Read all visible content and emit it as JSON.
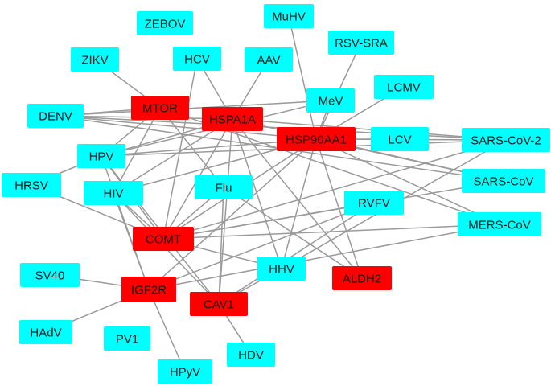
{
  "colors": {
    "gene": "#ff0000",
    "virus": "#00ffff",
    "edge": "#9a9a9a"
  },
  "nodes": [
    {
      "id": "ZEBOV",
      "label": "ZEBOV",
      "kind": "virus"
    },
    {
      "id": "MuHV",
      "label": "MuHV",
      "kind": "virus"
    },
    {
      "id": "RSV-SRA",
      "label": "RSV-SRA",
      "kind": "virus"
    },
    {
      "id": "ZIKV",
      "label": "ZIKV",
      "kind": "virus"
    },
    {
      "id": "HCV",
      "label": "HCV",
      "kind": "virus"
    },
    {
      "id": "AAV",
      "label": "AAV",
      "kind": "virus"
    },
    {
      "id": "LCMV",
      "label": "LCMV",
      "kind": "virus"
    },
    {
      "id": "MeV",
      "label": "MeV",
      "kind": "virus"
    },
    {
      "id": "MTOR",
      "label": "MTOR",
      "kind": "gene"
    },
    {
      "id": "HSPA1A",
      "label": "HSPA1A",
      "kind": "gene"
    },
    {
      "id": "DENV",
      "label": "DENV",
      "kind": "virus"
    },
    {
      "id": "HSP90AA1",
      "label": "HSP90AA1",
      "kind": "gene"
    },
    {
      "id": "LCV",
      "label": "LCV",
      "kind": "virus"
    },
    {
      "id": "SARS-CoV-2",
      "label": "SARS-CoV-2",
      "kind": "virus"
    },
    {
      "id": "HPV",
      "label": "HPV",
      "kind": "virus"
    },
    {
      "id": "HRSV",
      "label": "HRSV",
      "kind": "virus"
    },
    {
      "id": "HIV",
      "label": "HIV",
      "kind": "virus"
    },
    {
      "id": "Flu",
      "label": "Flu",
      "kind": "virus"
    },
    {
      "id": "SARS-CoV",
      "label": "SARS-CoV",
      "kind": "virus"
    },
    {
      "id": "RVFV",
      "label": "RVFV",
      "kind": "virus"
    },
    {
      "id": "MERS-CoV",
      "label": "MERS-CoV",
      "kind": "virus"
    },
    {
      "id": "COMT",
      "label": "COMT",
      "kind": "gene"
    },
    {
      "id": "SV40",
      "label": "SV40",
      "kind": "virus"
    },
    {
      "id": "HHV",
      "label": "HHV",
      "kind": "virus"
    },
    {
      "id": "ALDH2",
      "label": "ALDH2",
      "kind": "gene"
    },
    {
      "id": "IGF2R",
      "label": "IGF2R",
      "kind": "gene"
    },
    {
      "id": "CAV1",
      "label": "CAV1",
      "kind": "gene"
    },
    {
      "id": "HAdV",
      "label": "HAdV",
      "kind": "virus"
    },
    {
      "id": "PV1",
      "label": "PV1",
      "kind": "virus"
    },
    {
      "id": "HDV",
      "label": "HDV",
      "kind": "virus"
    },
    {
      "id": "HPyV",
      "label": "HPyV",
      "kind": "virus"
    }
  ],
  "edges": [
    [
      "ZIKV",
      "MTOR"
    ],
    [
      "DENV",
      "MTOR"
    ],
    [
      "DENV",
      "HSPA1A"
    ],
    [
      "DENV",
      "HSP90AA1"
    ],
    [
      "MTOR",
      "HPV"
    ],
    [
      "MTOR",
      "HIV"
    ],
    [
      "MTOR",
      "Flu"
    ],
    [
      "HCV",
      "HSPA1A"
    ],
    [
      "AAV",
      "HSPA1A"
    ],
    [
      "HSPA1A",
      "HPV"
    ],
    [
      "HSPA1A",
      "HIV"
    ],
    [
      "HSPA1A",
      "COMT"
    ],
    [
      "HSPA1A",
      "CAV1"
    ],
    [
      "HSPA1A",
      "HHV"
    ],
    [
      "HSPA1A",
      "ALDH2"
    ],
    [
      "HSPA1A",
      "SARS-CoV-2"
    ],
    [
      "HSPA1A",
      "SARS-CoV"
    ],
    [
      "MuHV",
      "HSP90AA1"
    ],
    [
      "RSV-SRA",
      "HSP90AA1"
    ],
    [
      "LCMV",
      "HSP90AA1"
    ],
    [
      "MeV",
      "HSP90AA1"
    ],
    [
      "HSP90AA1",
      "LCV"
    ],
    [
      "HSP90AA1",
      "SARS-CoV-2"
    ],
    [
      "HSP90AA1",
      "SARS-CoV"
    ],
    [
      "HSP90AA1",
      "MERS-CoV"
    ],
    [
      "HSP90AA1",
      "HPV"
    ],
    [
      "HSP90AA1",
      "HIV"
    ],
    [
      "HSP90AA1",
      "HHV"
    ],
    [
      "HSP90AA1",
      "COMT"
    ],
    [
      "HSP90AA1",
      "IGF2R"
    ],
    [
      "MeV",
      "DENV"
    ],
    [
      "MeV",
      "HPV"
    ],
    [
      "HRSV",
      "COMT"
    ],
    [
      "HRSV",
      "HPV"
    ],
    [
      "HPV",
      "COMT"
    ],
    [
      "HPV",
      "IGF2R"
    ],
    [
      "HPV",
      "CAV1"
    ],
    [
      "HPV",
      "SARS-CoV-2"
    ],
    [
      "HIV",
      "COMT"
    ],
    [
      "HIV",
      "IGF2R"
    ],
    [
      "HIV",
      "CAV1"
    ],
    [
      "Flu",
      "COMT"
    ],
    [
      "Flu",
      "CAV1"
    ],
    [
      "Flu",
      "ALDH2"
    ],
    [
      "COMT",
      "RVFV"
    ],
    [
      "COMT",
      "SARS-CoV-2"
    ],
    [
      "COMT",
      "SARS-CoV"
    ],
    [
      "COMT",
      "MERS-CoV"
    ],
    [
      "COMT",
      "HHV"
    ],
    [
      "CAV1",
      "RVFV"
    ],
    [
      "CAV1",
      "HHV"
    ],
    [
      "CAV1",
      "HDV"
    ],
    [
      "IGF2R",
      "SV40"
    ],
    [
      "IGF2R",
      "HAdV"
    ],
    [
      "IGF2R",
      "HPyV"
    ],
    [
      "IGF2R",
      "RVFV"
    ],
    [
      "IGF2R",
      "MERS-CoV"
    ],
    [
      "HHV",
      "SARS-CoV-2"
    ],
    [
      "ALDH2",
      "HSP90AA1"
    ],
    [
      "DENV",
      "SARS-CoV-2"
    ],
    [
      "DENV",
      "SARS-CoV"
    ],
    [
      "MTOR",
      "MERS-CoV"
    ],
    [
      "HCV",
      "COMT"
    ]
  ]
}
